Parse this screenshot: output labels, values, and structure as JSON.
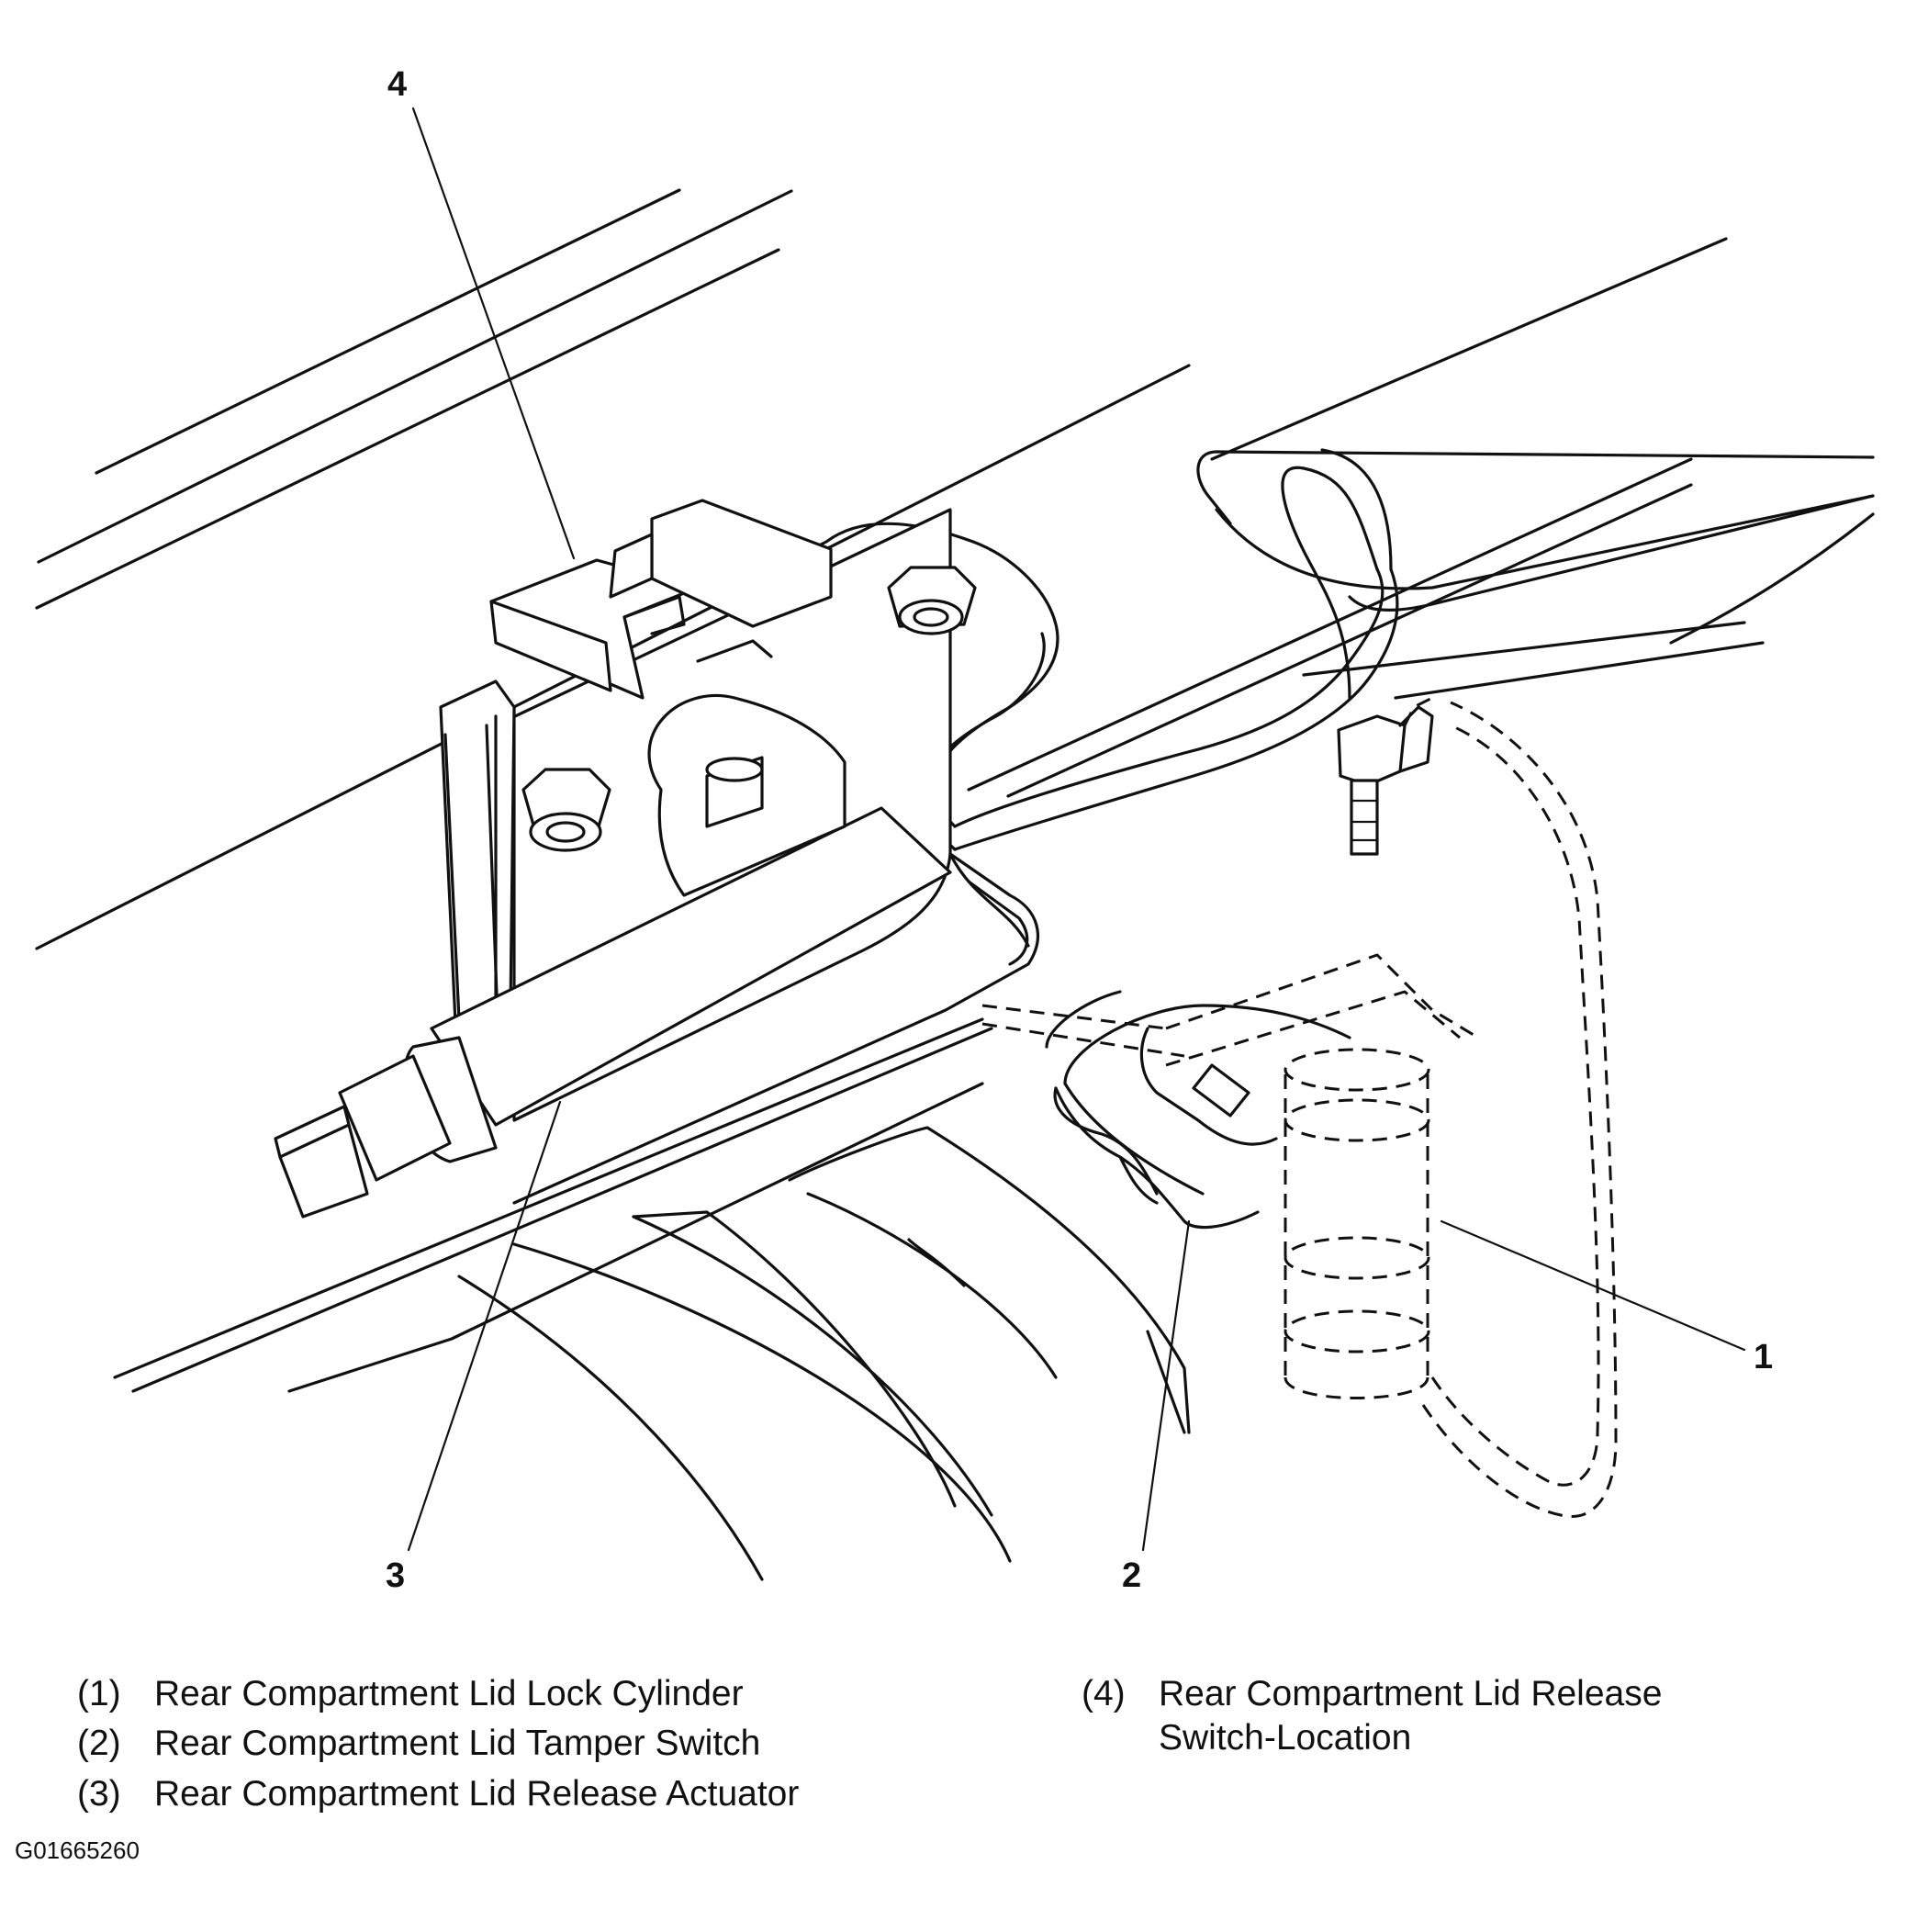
{
  "callouts": {
    "c1": "1",
    "c2": "2",
    "c3": "3",
    "c4": "4"
  },
  "legend": [
    {
      "num": "(1)",
      "text": "Rear Compartment Lid Lock Cylinder"
    },
    {
      "num": "(2)",
      "text": "Rear Compartment Lid Tamper Switch"
    },
    {
      "num": "(3)",
      "text": "Rear Compartment Lid Release Actuator"
    },
    {
      "num": "(4)",
      "text": "Rear Compartment Lid Release",
      "text2": "Switch-Location"
    }
  ],
  "figure_id": "G01665260"
}
